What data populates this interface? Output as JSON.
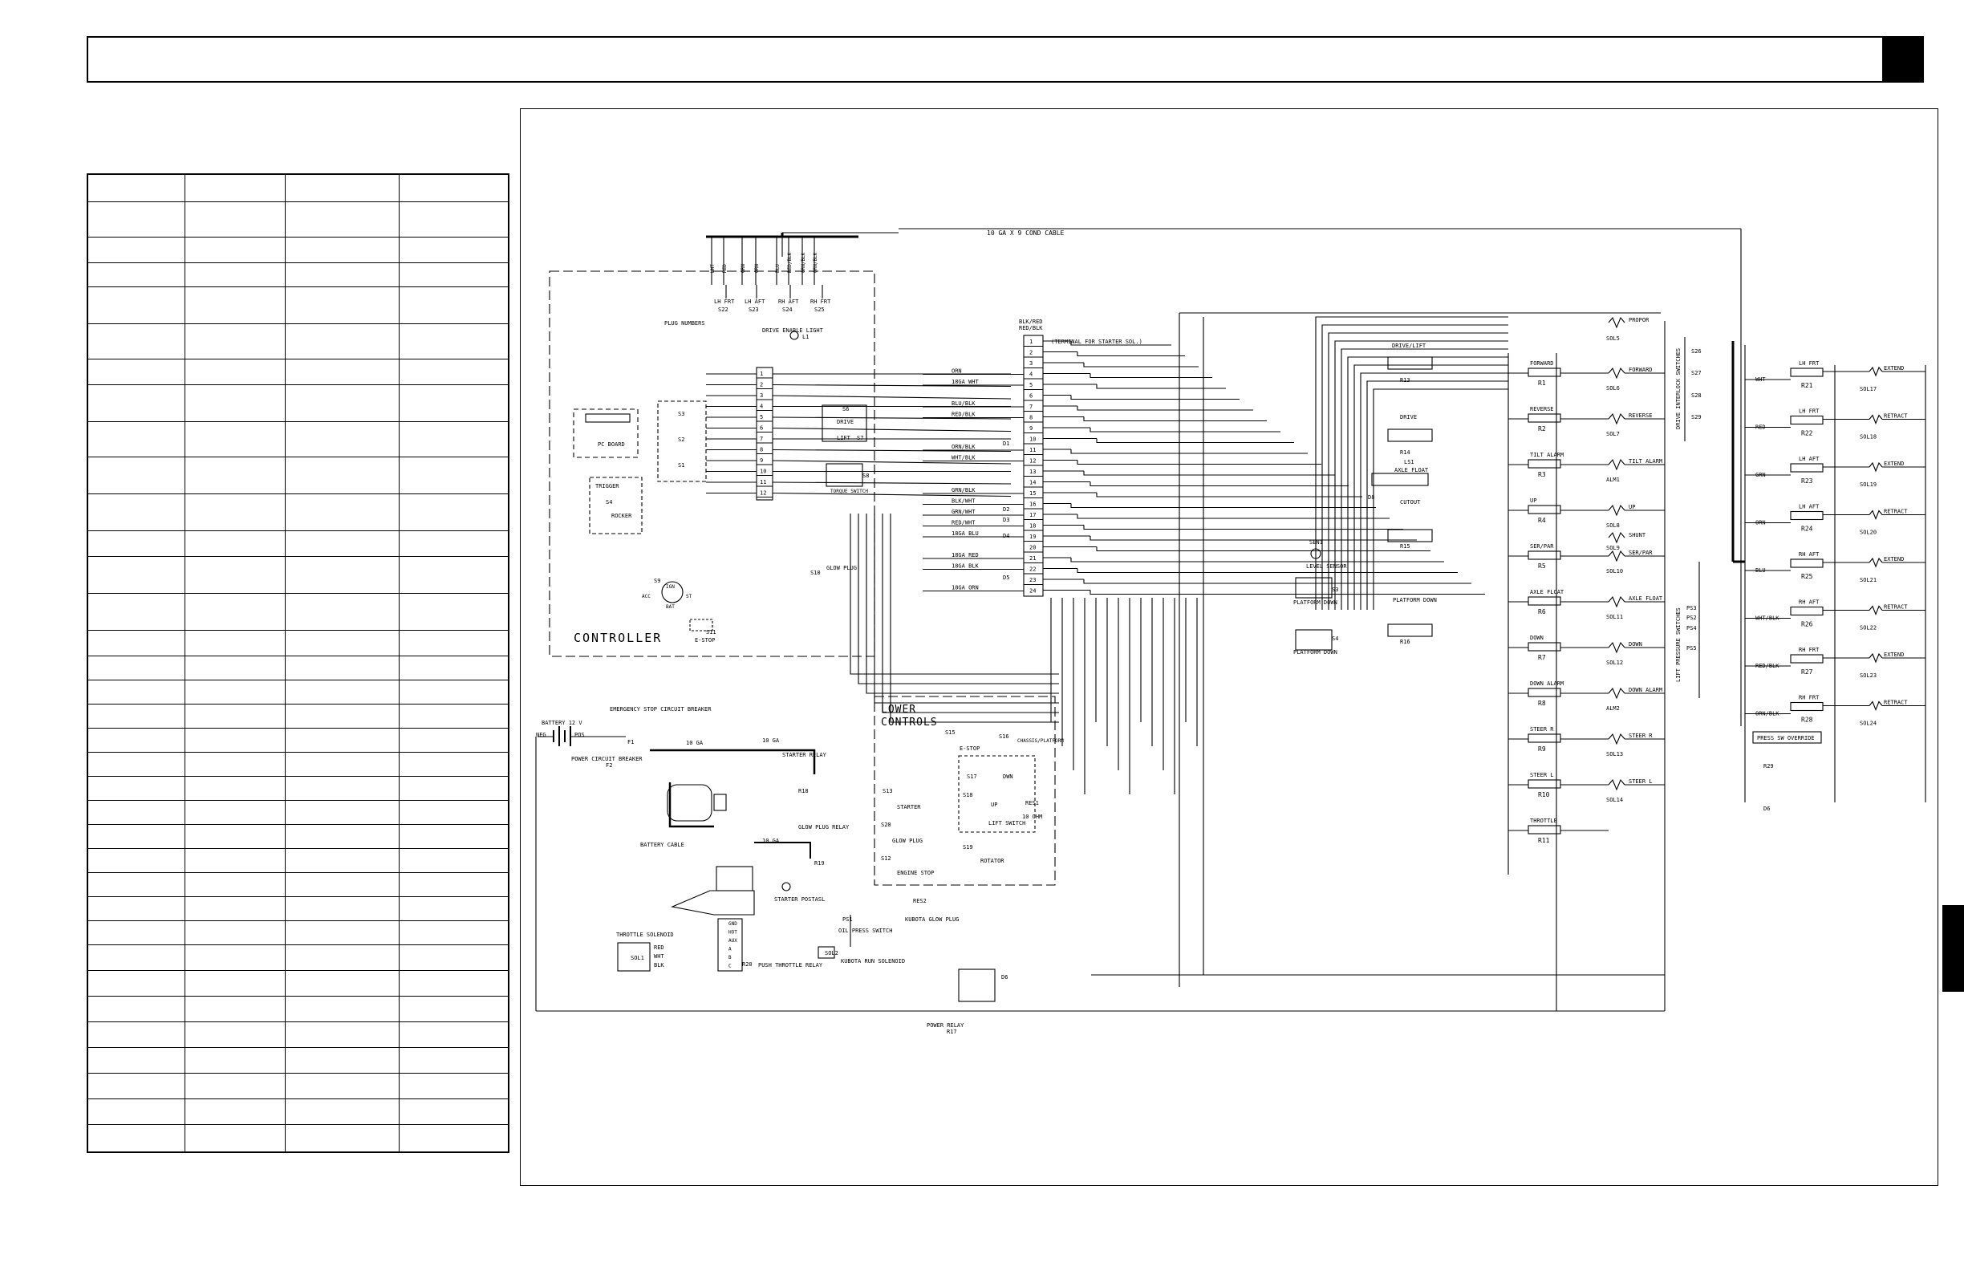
{
  "cable": {
    "label": "10 GA X 9 COND CABLE"
  },
  "top_wires": [
    "WHT",
    "RED",
    "GRN",
    "ORN",
    "BLU",
    "RED/BLK",
    "ORN/BLK",
    "ORN/BLK"
  ],
  "tilt_switches": [
    {
      "label": "LH FRT",
      "ref": "S22"
    },
    {
      "label": "LH AFT",
      "ref": "S23"
    },
    {
      "label": "RH AFT",
      "ref": "S24"
    },
    {
      "label": "RH FRT",
      "ref": "S25"
    }
  ],
  "controller": {
    "title": "CONTROLLER",
    "plug_numbers": "PLUG NUMBERS",
    "drive_enable": "DRIVE ENABLE LIGHT",
    "drive_enable_ref": "L1",
    "pc_board": "PC BOARD",
    "trigger": "TRIGGER",
    "rocker": "ROCKER",
    "s1": "S1",
    "s2": "S2",
    "s3": "S3",
    "s4": "S4",
    "drive": "DRIVE",
    "lift": "LIFT",
    "s6": "S6",
    "s7": "S7",
    "torque": "TORQUE SWITCH",
    "s8": "S8",
    "glow_plug": "GLOW PLUG",
    "s10": "S10",
    "s9": "S9",
    "s11": "S11",
    "estop": "E-STOP",
    "key_labels": [
      "ACC",
      "IGN",
      "ST",
      "BAT"
    ],
    "pins": [
      "1",
      "2",
      "3",
      "4",
      "5",
      "6",
      "7",
      "8",
      "9",
      "10",
      "11",
      "12"
    ]
  },
  "terminal": {
    "header": [
      "BLK/RED",
      "RED/BLK"
    ],
    "note": "(TERMINAL FOR STARTER SOL.)",
    "rows": [
      "1",
      "2",
      "3",
      "4",
      "5",
      "6",
      "7",
      "8",
      "9",
      "10",
      "11",
      "12",
      "13",
      "14",
      "15",
      "16",
      "17",
      "18",
      "19",
      "20",
      "21",
      "22",
      "23",
      "24"
    ],
    "wire_labels": [
      {
        "row": 4,
        "label": "ORN"
      },
      {
        "row": 5,
        "label": "18GA WHT"
      },
      {
        "row": 7,
        "label": "BLU/BLK"
      },
      {
        "row": 8,
        "label": "RED/BLK"
      },
      {
        "row": 11,
        "label": "ORN/BLK"
      },
      {
        "row": 12,
        "label": "WHT/BLK"
      },
      {
        "row": 15,
        "label": "GRN/BLK"
      },
      {
        "row": 16,
        "label": "BLK/WHT"
      },
      {
        "row": 17,
        "label": "GRN/WHT"
      },
      {
        "row": 18,
        "label": "RED/WHT"
      },
      {
        "row": 19,
        "label": "18GA BLU"
      },
      {
        "row": 21,
        "label": "18GA RED"
      },
      {
        "row": 22,
        "label": "18GA BLK"
      },
      {
        "row": 24,
        "label": "18GA ORN"
      }
    ],
    "diodes": [
      "D1",
      "D2",
      "D3",
      "D4",
      "D5"
    ]
  },
  "relays_center": {
    "drive_lift": "DRIVE/LIFT",
    "r13": "R13",
    "drive": "DRIVE",
    "r14": "R14",
    "ls1": "LS1",
    "axle_float": "AXLE FLOAT",
    "d8": "D8",
    "cutout": "CUTOUT",
    "r15": "R15",
    "sen1": "SEN1",
    "level_sensor": "LEVEL SENSOR",
    "platform_down_switch": "PLATFORM DOWN",
    "s3": "S3",
    "s4": "S4",
    "platform_down_relay": "PLATFORM DOWN",
    "r16": "R16"
  },
  "relay_bank": [
    {
      "label": "FORWARD",
      "ref": "R1",
      "sol_label": "FORWARD",
      "sol": "SOL6"
    },
    {
      "label": "REVERSE",
      "ref": "R2",
      "sol_label": "REVERSE",
      "sol": "SOL7"
    },
    {
      "label": "TILT ALARM",
      "ref": "R3",
      "sol_label": "TILT ALARM",
      "sol": "ALM1"
    },
    {
      "label": "UP",
      "ref": "R4",
      "sol_label": "UP",
      "sol": "SOL8"
    },
    {
      "label": "SER/PAR",
      "ref": "R5",
      "sol_label": "SER/PAR",
      "sol": "SOL10"
    },
    {
      "label": "AXLE FLOAT",
      "ref": "R6",
      "sol_label": "AXLE FLOAT",
      "sol": "SOL11"
    },
    {
      "label": "DOWN",
      "ref": "R7",
      "sol_label": "DOWN",
      "sol": "SOL12"
    },
    {
      "label": "DOWN ALARM",
      "ref": "R8",
      "sol_label": "DOWN ALARM",
      "sol": "ALM2"
    },
    {
      "label": "STEER R",
      "ref": "R9",
      "sol_label": "STEER R",
      "sol": "SOL13"
    },
    {
      "label": "STEER L",
      "ref": "R10",
      "sol_label": "STEER L",
      "sol": "SOL14"
    },
    {
      "label": "THROTTLE",
      "ref": "R11",
      "sol_label": "",
      "sol": ""
    }
  ],
  "proport": {
    "label": "PROPOR",
    "sol": "SOL5"
  },
  "shunt": {
    "label": "SHUNT",
    "sol": "SOL9"
  },
  "interlock": {
    "label": "DRIVE INTERLOCK SWITCHES",
    "refs": [
      "S26",
      "S27",
      "S28",
      "S29"
    ]
  },
  "pressure": {
    "label": "LIFT PRESSURE SWITCHES",
    "refs": [
      "PS2",
      "PS3",
      "PS4",
      "PS5"
    ]
  },
  "outriggers": [
    {
      "wire": "WHT",
      "label": "LH FRT",
      "ref": "R21",
      "action": "EXTEND",
      "sol": "SOL17"
    },
    {
      "wire": "RED",
      "label": "LH FRT",
      "ref": "R22",
      "action": "RETRACT",
      "sol": "SOL18"
    },
    {
      "wire": "GRN",
      "label": "LH AFT",
      "ref": "R23",
      "action": "EXTEND",
      "sol": "SOL19"
    },
    {
      "wire": "ORN",
      "label": "LH AFT",
      "ref": "R24",
      "action": "RETRACT",
      "sol": "SOL20"
    },
    {
      "wire": "BLU",
      "label": "RH AFT",
      "ref": "R25",
      "action": "EXTEND",
      "sol": "SOL21"
    },
    {
      "wire": "WHT/BLK",
      "label": "RH AFT",
      "ref": "R26",
      "action": "RETRACT",
      "sol": "SOL22"
    },
    {
      "wire": "RED/BLK",
      "label": "RH FRT",
      "ref": "R27",
      "action": "EXTEND",
      "sol": "SOL23"
    },
    {
      "wire": "ORN/BLK",
      "label": "RH FRT",
      "ref": "R28",
      "action": "RETRACT",
      "sol": "SOL24"
    }
  ],
  "press_sw": {
    "label": "PRESS SW OVERRIDE",
    "ref": "R29",
    "diode": "D6"
  },
  "lower_controls": {
    "title1": "LOWER",
    "title2": "CONTROLS",
    "s15": "S15",
    "estop": "E-STOP",
    "s16": "S16",
    "chassis": "CHASSIS/PLATFORM",
    "s13": "S13",
    "starter": "STARTER",
    "s17": "S17",
    "dwn": "DWN",
    "s18": "S18",
    "up": "UP",
    "res1": "RES1",
    "res1_val": "10 OHM",
    "lift_switch": "LIFT SWITCH",
    "s20": "S20",
    "glow_plug": "GLOW PLUG",
    "s12": "S12",
    "engine_stop": "ENGINE STOP",
    "s19": "S19",
    "rotator": "ROTATOR"
  },
  "power": {
    "battery": "BATTERY 12 V",
    "neg": "NEG",
    "pos": "POS",
    "estop_cb": "EMERGENCY STOP CIRCUIT BREAKER",
    "f1": "F1",
    "power_cb": "POWER CIRCUIT BREAKER",
    "f2": "F2",
    "ga10a": "10 GA",
    "ga10b": "10 GA",
    "ga10c": "10 GA",
    "starter_relay": "STARTER RELAY",
    "r18": "R18",
    "glow_relay": "GLOW PLUG RELAY",
    "r19": "R19",
    "battery_cable": "BATTERY CABLE",
    "starter_pos": "STARTER POSTASL",
    "throttle_sol": "THROTTLE SOLENOID",
    "sol1": "SOL1",
    "sol1_wires": [
      "RED",
      "WHT",
      "BLK"
    ],
    "terminals": [
      "GND",
      "HOT",
      "AUX",
      "A",
      "B",
      "C"
    ],
    "r20": "R20",
    "push_relay": "PUSH THROTTLE RELAY",
    "ps1": "PS1",
    "oil_press": "OIL PRESS SWITCH",
    "res2": "RES2",
    "kubota_glow": "KUBOTA GLOW PLUG",
    "sol2": "SOL2",
    "kubota_run": "KUBOTA RUN SOLENOID",
    "d6b": "D6",
    "power_relay": "POWER RELAY",
    "r17": "R17"
  }
}
